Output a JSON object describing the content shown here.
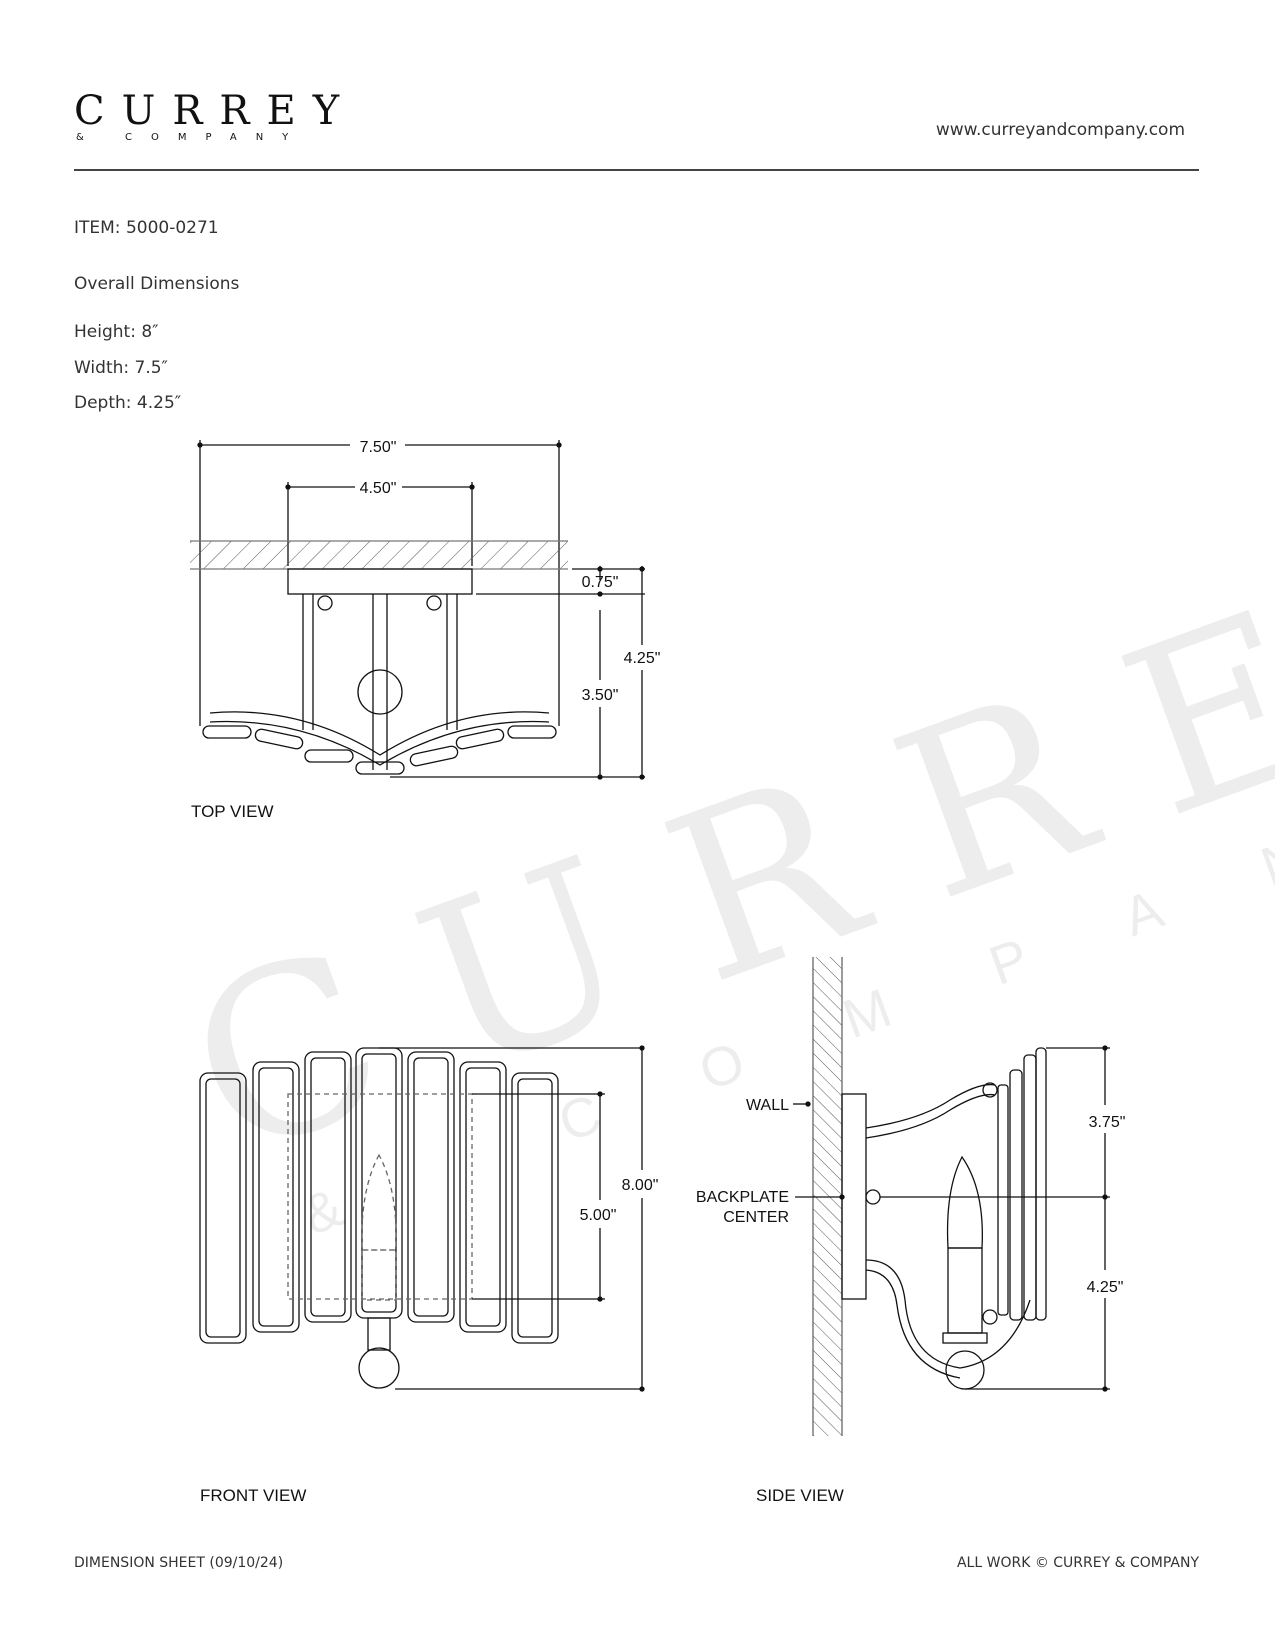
{
  "header": {
    "logo_main": "CURREY",
    "logo_sub": "& COMPANY",
    "url": "www.curreyandcompany.com"
  },
  "item": {
    "label": "ITEM: 5000-0271",
    "overall_title": "Overall Dimensions",
    "height": "Height: 8″",
    "width": "Width: 7.5″",
    "depth": "Depth: 4.25″"
  },
  "top_view": {
    "label": "TOP VIEW",
    "dim_overall_width": "7.50\"",
    "dim_backplate_width": "4.50\"",
    "dim_backplate_depth": "0.75\"",
    "dim_arm_depth": "3.50\"",
    "dim_total_depth": "4.25\""
  },
  "front_view": {
    "label": "FRONT VIEW",
    "dim_height": "8.00\"",
    "dim_backplate_height": "5.00\""
  },
  "side_view": {
    "label": "SIDE VIEW",
    "wall_label": "WALL",
    "backplate_label_1": "BACKPLATE",
    "backplate_label_2": "CENTER",
    "dim_upper": "3.75\"",
    "dim_lower": "4.25\""
  },
  "watermark": {
    "main": "CURREY",
    "sub": "& COMPANY"
  },
  "footer": {
    "left": "DIMENSION SHEET (09/10/24)",
    "right": "ALL WORK © CURREY & COMPANY"
  }
}
